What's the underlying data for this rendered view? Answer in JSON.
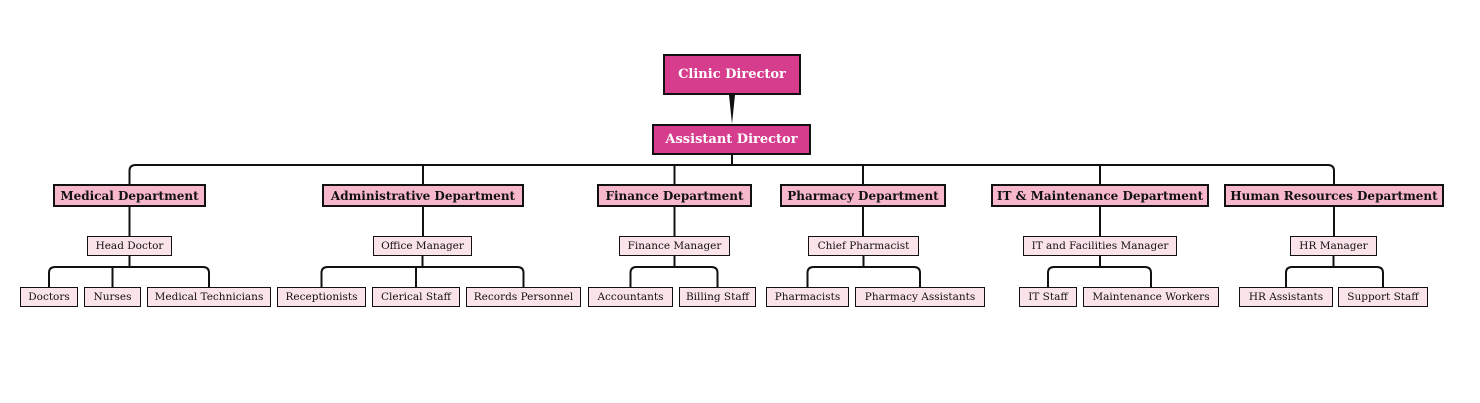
{
  "colors": {
    "top": "#d63d8c",
    "department": "#f7b8cc",
    "staff": "#fbe3ea",
    "line": "#111111"
  },
  "director": "Clinic Director",
  "assistant": "Assistant Director",
  "departments": [
    {
      "name": "Medical Department",
      "manager": "Head Doctor",
      "staff": [
        "Doctors",
        "Nurses",
        "Medical Technicians"
      ]
    },
    {
      "name": "Administrative Department",
      "manager": "Office Manager",
      "staff": [
        "Receptionists",
        "Clerical Staff",
        "Records Personnel"
      ]
    },
    {
      "name": "Finance Department",
      "manager": "Finance Manager",
      "staff": [
        "Accountants",
        "Billing Staff"
      ]
    },
    {
      "name": "Pharmacy Department",
      "manager": "Chief Pharmacist",
      "staff": [
        "Pharmacists",
        "Pharmacy Assistants"
      ]
    },
    {
      "name": "IT & Maintenance Department",
      "manager": "IT and Facilities Manager",
      "staff": [
        "IT Staff",
        "Maintenance Workers"
      ]
    },
    {
      "name": "Human Resources Department",
      "manager": "HR Manager",
      "staff": [
        "HR Assistants",
        "Support Staff"
      ]
    }
  ]
}
